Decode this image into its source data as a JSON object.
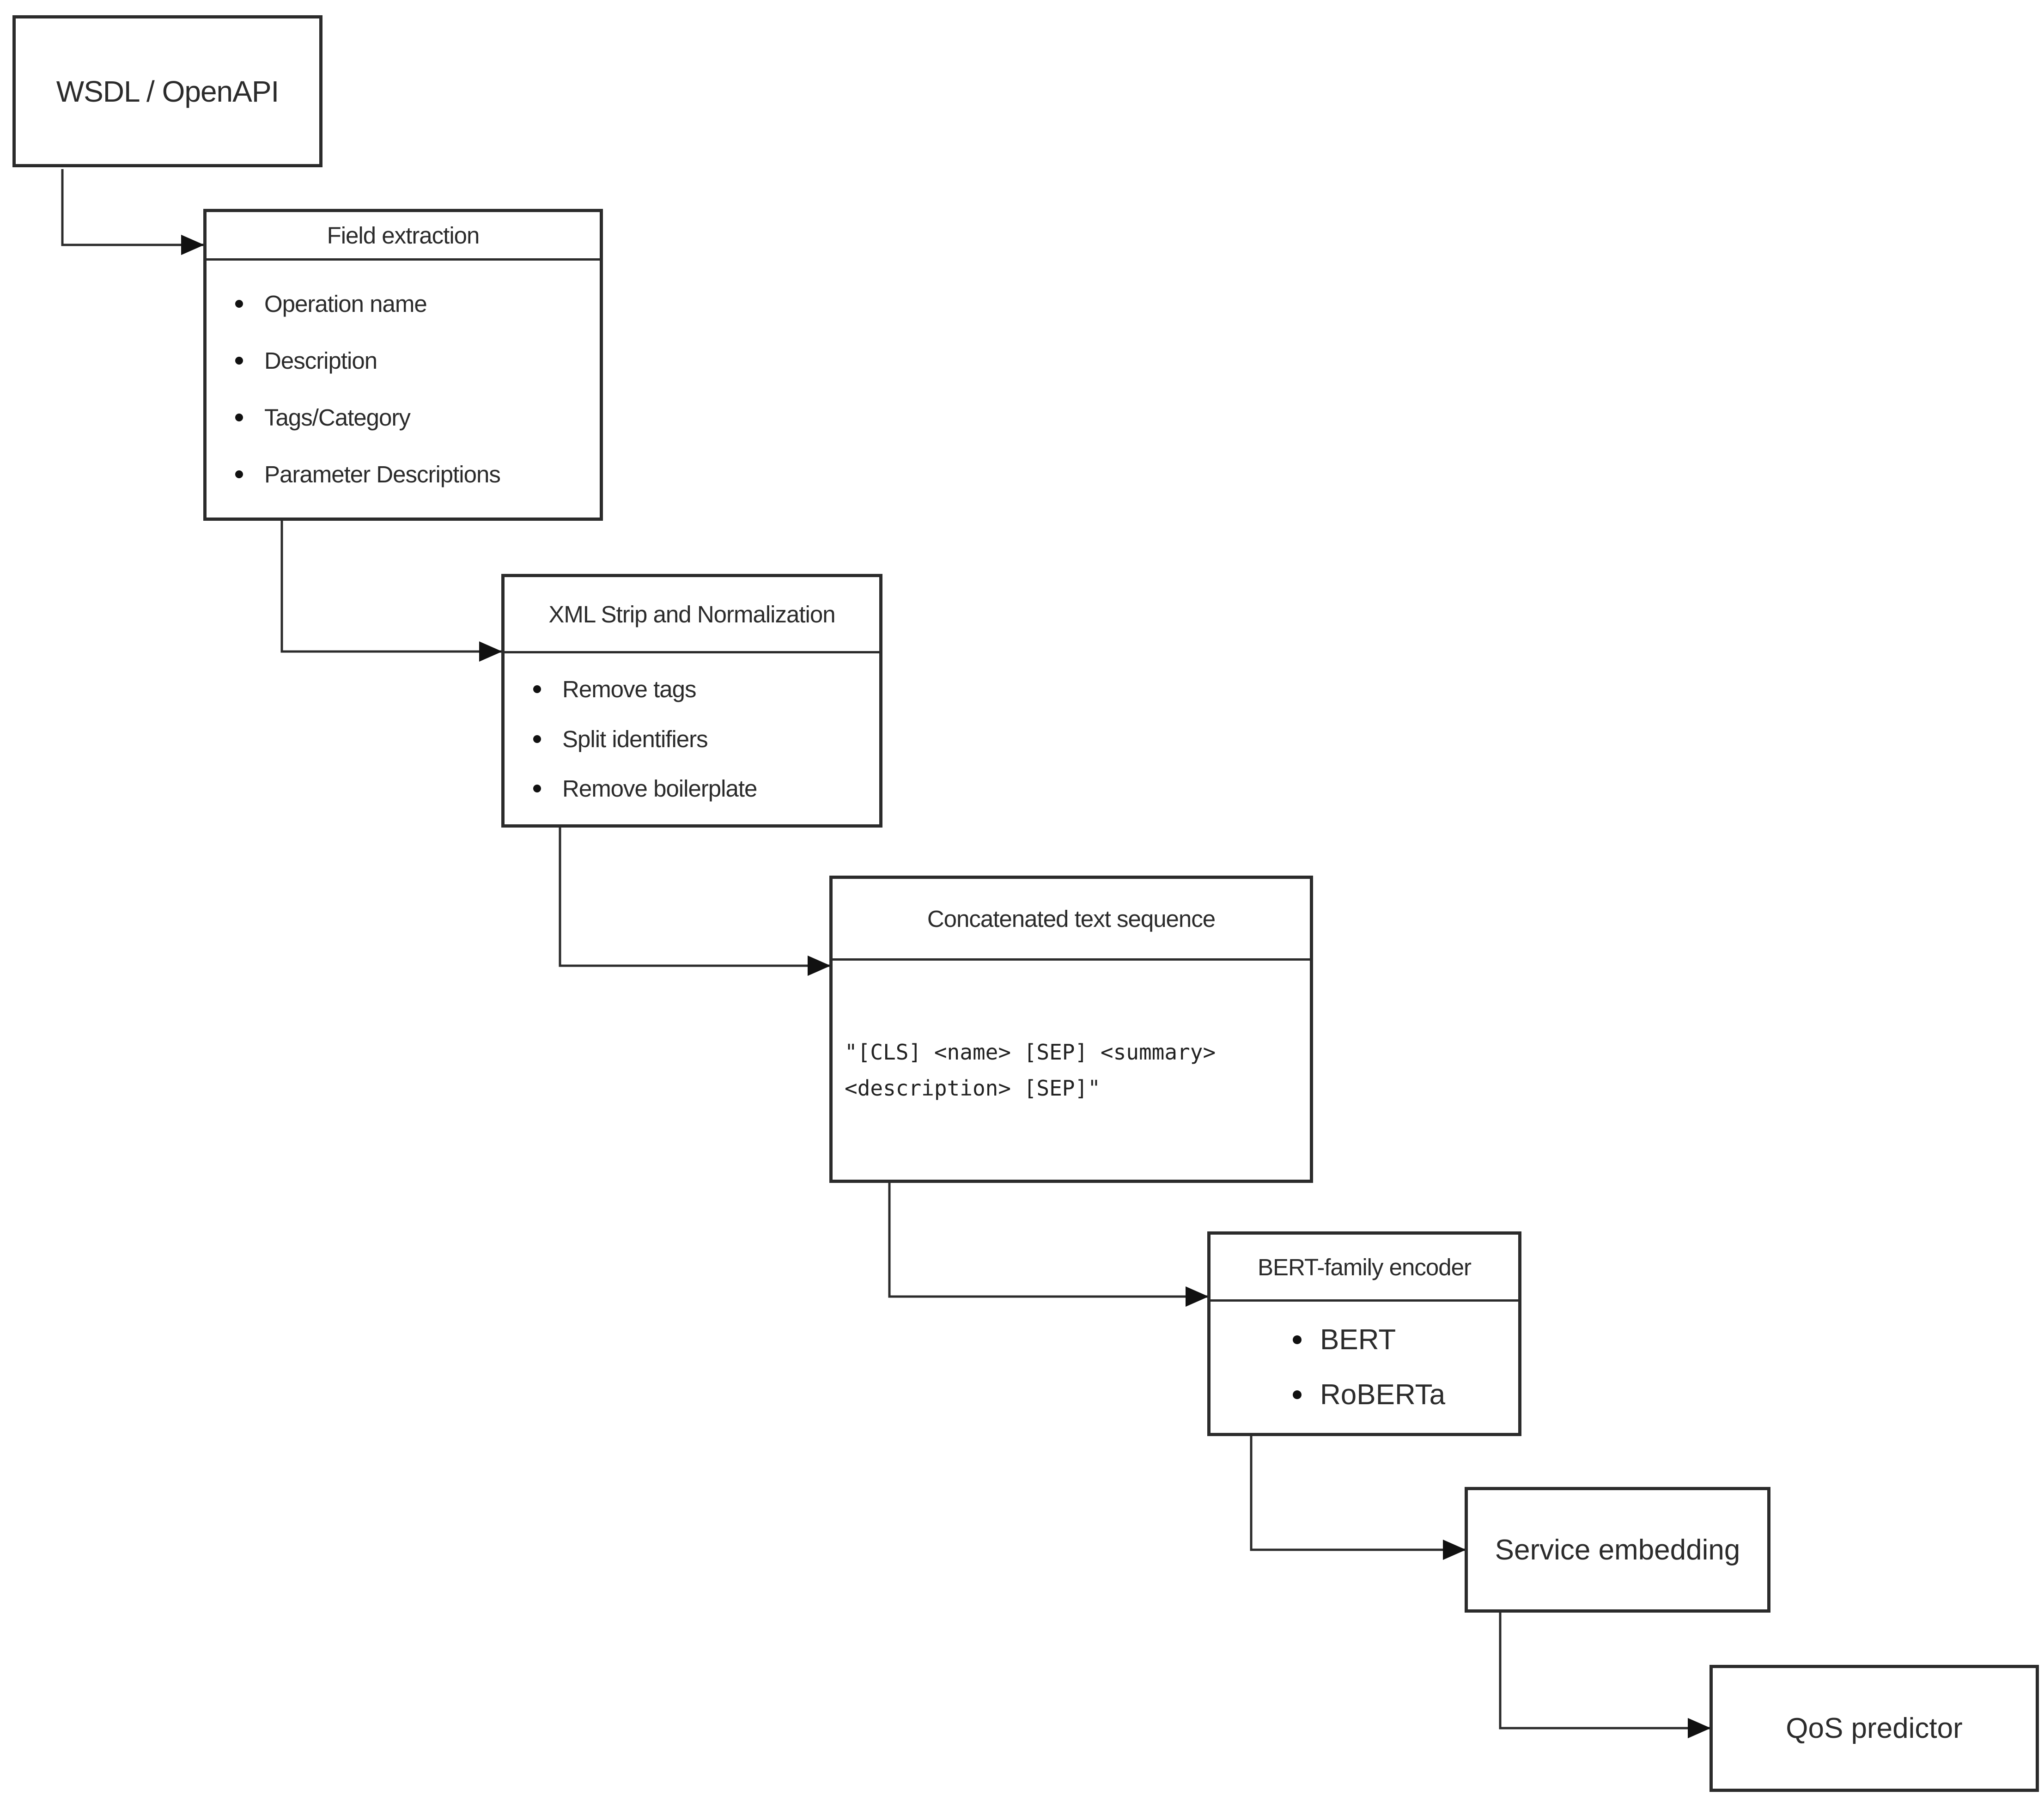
{
  "diagram": {
    "background_color": "#ffffff",
    "line_color": "#2b2b2b",
    "text_color": "#2b2b2b",
    "nodes": [
      {
        "id": "wsdl-openapi",
        "title": "WSDL / OpenAPI"
      },
      {
        "id": "field-extraction",
        "title": "Field extraction",
        "items": [
          "Operation name",
          "Description",
          "Tags/Category",
          "Parameter Descriptions"
        ]
      },
      {
        "id": "xml-strip-normalization",
        "title": "XML Strip and Normalization",
        "items": [
          "Remove tags",
          "Split identifiers",
          "Remove boilerplate"
        ]
      },
      {
        "id": "concatenated-text-sequence",
        "title": "Concatenated text sequence",
        "code": "\"[CLS] <name> [SEP] <summary>\n<description> [SEP]\""
      },
      {
        "id": "bert-family-encoder",
        "title": "BERT-family encoder",
        "items": [
          "BERT",
          "RoBERTa"
        ]
      },
      {
        "id": "service-embedding",
        "title": "Service embedding"
      },
      {
        "id": "qos-predictor",
        "title": "QoS predictor"
      }
    ],
    "connections": [
      {
        "from": "wsdl-openapi",
        "to": "field-extraction"
      },
      {
        "from": "field-extraction",
        "to": "xml-strip-normalization"
      },
      {
        "from": "xml-strip-normalization",
        "to": "concatenated-text-sequence"
      },
      {
        "from": "concatenated-text-sequence",
        "to": "bert-family-encoder"
      },
      {
        "from": "bert-family-encoder",
        "to": "service-embedding"
      },
      {
        "from": "service-embedding",
        "to": "qos-predictor"
      }
    ]
  }
}
